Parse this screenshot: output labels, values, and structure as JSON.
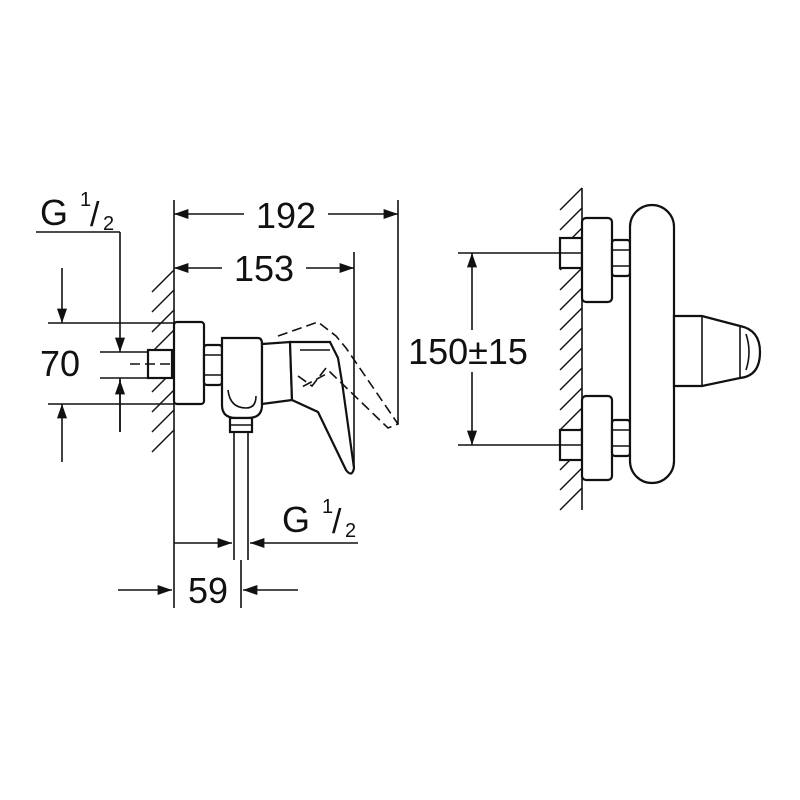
{
  "dimensions": {
    "overall_length": "192",
    "lever_length": "153",
    "height_70": "70",
    "outlet_offset": "59",
    "center_distance": "150±15",
    "thread_top": {
      "g": "G",
      "num": "1",
      "slash": "/",
      "den": "2"
    },
    "thread_bottom": {
      "g": "G",
      "num": "1",
      "slash": "/",
      "den": "2"
    }
  },
  "colors": {
    "ink": "#111111",
    "paper": "#ffffff"
  }
}
